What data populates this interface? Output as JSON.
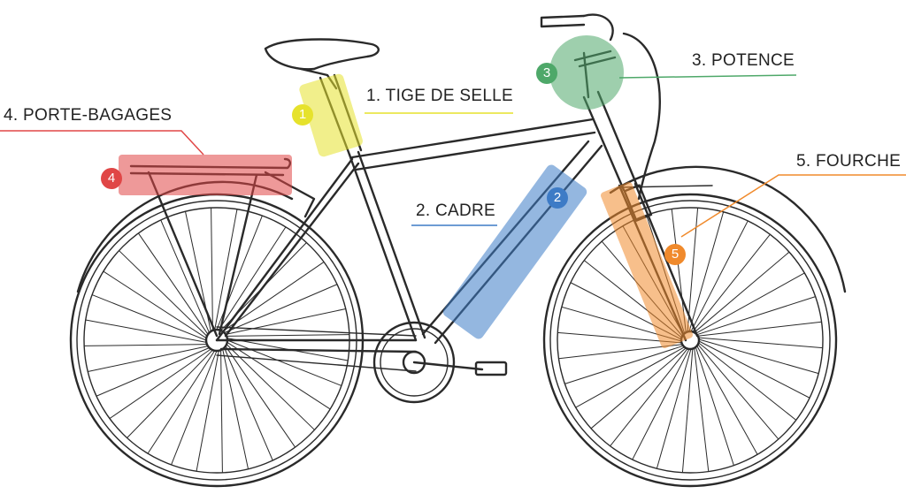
{
  "parts": [
    {
      "id": "tige-de-selle",
      "number": "1",
      "label": "1. TIGE DE SELLE",
      "color": "#e6e22c"
    },
    {
      "id": "cadre",
      "number": "2",
      "label": "2. CADRE",
      "color": "#3d7bc6"
    },
    {
      "id": "potence",
      "number": "3",
      "label": "3. POTENCE",
      "color": "#4ea869"
    },
    {
      "id": "porte-bagages",
      "number": "4",
      "label": "4. PORTE-BAGAGES",
      "color": "#e04646"
    },
    {
      "id": "fourche",
      "number": "5",
      "label": "5. FOURCHE",
      "color": "#f08a2c"
    }
  ]
}
